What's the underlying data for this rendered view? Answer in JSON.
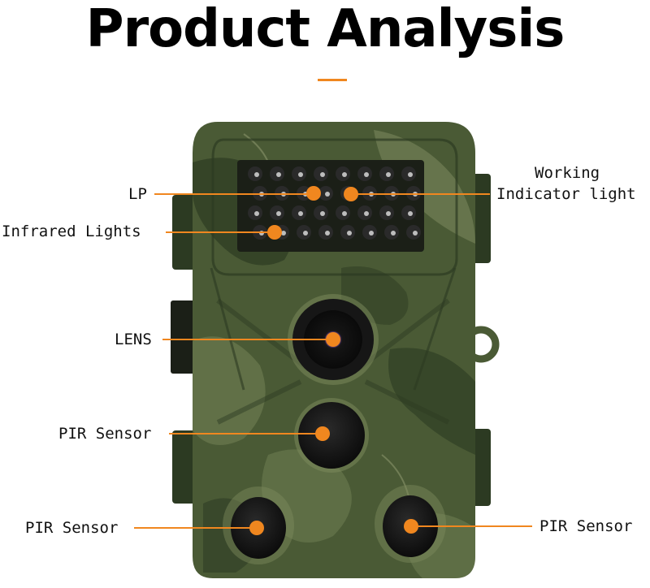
{
  "title": "Product Analysis",
  "colors": {
    "accent": "#f0871f",
    "camo_base": "#4a5a35",
    "camo_dark": "#2c3a22",
    "camo_light": "#7e8b5e",
    "body_dark": "#1b1f17",
    "label_text": "#111111"
  },
  "callouts": {
    "lp": "LP",
    "infrared_lights": "Infrared Lights",
    "lens": "LENS",
    "pir_sensor_center": "PIR Sensor",
    "pir_sensor_left": "PIR Sensor",
    "working_line1": "Working",
    "working_line2": "Indicator light",
    "pir_sensor_right": "PIR Sensor"
  },
  "icons": [
    "trail-camera-illustration",
    "callout-dot"
  ]
}
